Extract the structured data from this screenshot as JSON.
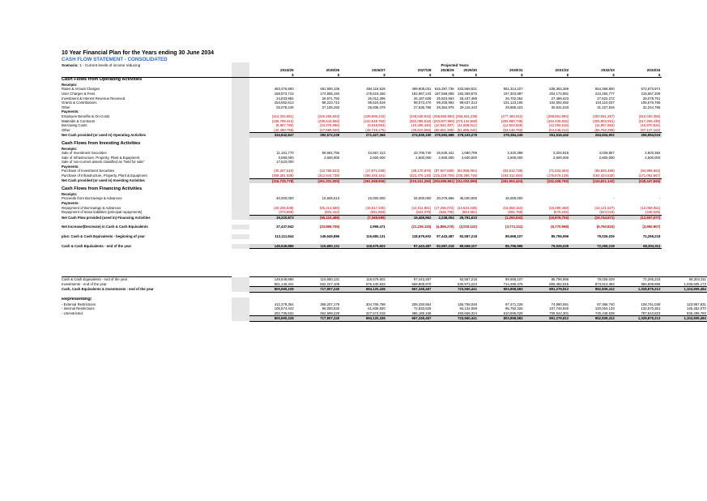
{
  "report": {
    "title": "10 Year Financial Plan for the Years ending 30 June 2034",
    "subtitle": "CASH FLOW STATEMENT - CONSOLIDATED",
    "scenario_label": "Scenario:",
    "scenario_value": "1 - Current levels of income reducing"
  },
  "columns": {
    "projected_label": "Projected Years",
    "currency": "$",
    "years": [
      "2024/25",
      "2025/26",
      "2026/27",
      "2027/28",
      "2028/29",
      "2029/30",
      "2030/31",
      "2031/32",
      "2032/33",
      "2033/34"
    ]
  },
  "sections": [
    {
      "type": "sec",
      "label": "Cash Flows from Operating Activities",
      "cls": "first"
    },
    {
      "type": "sub",
      "label": "Receipts:"
    },
    {
      "label": "Rates & Annual Charges",
      "values": [
        "463,476,900",
        "481,900,136",
        "484,118,528",
        "499,808,031",
        "516,397,736",
        "533,559,631",
        "551,314,227",
        "536,363,369",
        "554,368,800",
        "572,673,974"
      ]
    },
    {
      "label": "User Charges & Fees",
      "values": [
        "168,973,715",
        "174,555,194",
        "178,619,260",
        "182,867,243",
        "187,558,065",
        "192,369,575",
        "197,304,887",
        "204,172,891",
        "210,260,777",
        "215,657,209"
      ]
    },
    {
      "label": "Investment & Interest Revenue Received",
      "values": [
        "24,833,984",
        "26,671,792",
        "26,012,396",
        "26,187,628",
        "25,923,563",
        "26,437,488",
        "26,702,064",
        "27,486,623",
        "27,622,272",
        "28,078,751"
      ]
    },
    {
      "label": "Grants & Contributions",
      "values": [
        "154,062,613",
        "98,223,713",
        "96,624,819",
        "98,073,470",
        "99,205,993",
        "99,637,313",
        "101,123,106",
        "102,592,692",
        "104,110,037",
        "105,676,768"
      ]
    },
    {
      "label": "Other",
      "values": [
        "25,078,245",
        "27,105,292",
        "26,936,479",
        "27,636,756",
        "28,364,976",
        "29,116,443",
        "29,855,423",
        "30,631,533",
        "31,427,816",
        "32,244,795"
      ]
    },
    {
      "type": "sub",
      "label": "Payments:"
    },
    {
      "label": "Employee Benefits & On-Costs",
      "neg": true,
      "values": [
        "(214,334,661)",
        "(226,265,923)",
        "(239,696,233)",
        "(248,048,915)",
        "(258,656,900)",
        "(266,841,239)",
        "(277,484,012)",
        "(288,551,893)",
        "(300,061,257)",
        "(312,030,356)"
      ]
    },
    {
      "label": "Materials & Contracts",
      "neg": true,
      "values": [
        "(236,799,410)",
        "(239,643,658)",
        "(242,549,756)",
        "(252,089,518)",
        "(263,007,969)",
        "(273,132,580)",
        "(283,680,738)",
        "(294,435,845)",
        "(305,803,591)",
        "(317,269,430)"
      ]
    },
    {
      "label": "Borrowing Costs",
      "neg": true,
      "values": [
        "(9,967,780)",
        "(10,375,086)",
        "(9,918,953)",
        "(10,405,440)",
        "(10,541,487)",
        "(11,068,012)",
        "(12,603,928)",
        "(12,294,916)",
        "(11,557,663)",
        "(10,870,531)"
      ]
    },
    {
      "label": "Other",
      "neg": true,
      "cls": "uline",
      "values": [
        "(42,480,758)",
        "(47,599,020)",
        "(48,719,175)",
        "(49,510,066)",
        "(50,651,289)",
        "(51,885,342)",
        "(53,146,783)",
        "(54,448,212)",
        "(55,762,289)",
        "(57,147,162)"
      ]
    },
    {
      "label": "Net Cash provided (or used in) Operating Activities",
      "cls": "bold shade",
      "values": [
        "334,842,847",
        "282,572,239",
        "271,427,366",
        "274,539,190",
        "276,592,688",
        "278,193,278",
        "279,384,245",
        "251,516,442",
        "254,604,902",
        "256,994,016"
      ]
    },
    {
      "type": "sec",
      "label": "Cash Flows from Investing Activities"
    },
    {
      "type": "sub",
      "label": "Receipts:"
    },
    {
      "label": "Sale of Investment Securities",
      "values": [
        "11,161,770",
        "59,681,755",
        "44,657,313",
        "43,705,740",
        "26,540,441",
        "1,680,799",
        "2,420,398",
        "3,202,816",
        "4,029,857",
        "4,903,384"
      ]
    },
    {
      "label": "Sale of Infrastructure, Property, Plant & Equipment",
      "values": [
        "3,080,000",
        "2,600,000",
        "2,600,000",
        "2,600,000",
        "2,600,000",
        "2,600,000",
        "2,600,000",
        "2,600,000",
        "2,600,000",
        "2,600,000"
      ]
    },
    {
      "label": "Sale of non-current assets classified as \"held for sale\"",
      "values": [
        "17,622,000",
        "",
        "",
        "",
        "",
        "",
        "",
        "",
        "",
        ""
      ]
    },
    {
      "type": "sub",
      "label": "Payments:"
    },
    {
      "label": "Purchase of Investment Securities",
      "neg": true,
      "values": [
        "(40,307,610)",
        "(10,768,523)",
        "(17,871,038)",
        "(38,170,876)",
        "(87,607,695)",
        "(84,998,051)",
        "(93,612,738)",
        "(71,533,384)",
        "(86,826,469)",
        "(84,898,562)"
      ]
    },
    {
      "label": "Purchase of Infrastructure, Property, Plant & Equipment",
      "neg": true,
      "cls": "uline",
      "values": [
        "(308,281,938)",
        "(312,844,738)",
        "(290,445,181)",
        "(323,376,130)",
        "(225,229,708)",
        "(230,286,746)",
        "(193,312,084)",
        "(176,678,139)",
        "(164,424,530)",
        "(171,052,667)"
      ]
    },
    {
      "label": "Net Cash provided (or used in) Investing Activities",
      "neg": true,
      "cls": "bold shade",
      "values": [
        "(316,725,778)",
        "(261,331,505)",
        "(261,058,906)",
        "(315,241,266)",
        "(283,696,961)",
        "(311,003,999)",
        "(281,904,424)",
        "(242,408,706)",
        "(244,621,142)",
        "(248,447,846)"
      ]
    },
    {
      "type": "sec",
      "label": "Cash Flows from Financing Activities"
    },
    {
      "type": "sub",
      "label": "Receipts:"
    },
    {
      "label": "Proceeds from Borrowings & Advances",
      "values": [
        "40,000,000",
        "10,605,513",
        "10,000,000",
        "34,000,000",
        "20,079,866",
        "45,000,000",
        "16,000,000",
        "",
        "-",
        "-"
      ]
    },
    {
      "type": "sub",
      "label": "Payments:"
    },
    {
      "label": "Repayment of Borrowings & Advances",
      "neg": true,
      "values": [
        "(20,205,538)",
        "(65,214,590)",
        "(16,817,330)",
        "(14,011,861)",
        "(17,296,072)",
        "(14,643,439)",
        "(16,658,164)",
        "(15,299,458)",
        "(16,121,527)",
        "(12,059,051)"
      ]
    },
    {
      "label": "Repayment of lease liabilities (principal repayments)",
      "neg": true,
      "cls": "uline",
      "values": [
        "(473,589)",
        "(501,412)",
        "(551,659)",
        "(522,378)",
        "(535,790)",
        "(564,961)",
        "(592,768)",
        "(579,246)",
        "(623,044)",
        "(448,026)"
      ]
    },
    {
      "label": "Net Cash Flow provided (used in) Financing Activities",
      "cls": "bold shade",
      "negmask": [
        false,
        true,
        true,
        false,
        false,
        false,
        true,
        true,
        true,
        true
      ],
      "values": [
        "19,320,873",
        "(55,110,489)",
        "(7,368,989)",
        "19,465,962",
        "2,248,004",
        "29,791,610",
        "(1,250,932)",
        "(15,878,704)",
        "(16,744,571)",
        "(12,507,077)"
      ]
    },
    {
      "type": "sp"
    },
    {
      "label": "Net Increase/(Decrease) in Cash & Cash Equivalents",
      "cls": "bold",
      "negmask": [
        false,
        true,
        false,
        true,
        true,
        true,
        true,
        true,
        true,
        true
      ],
      "values": [
        "37,437,942",
        "(33,869,755)",
        "2,999,471",
        "(21,236,115)",
        "(4,856,270)",
        "(3,019,110)",
        "(3,771,111)",
        "(6,770,968)",
        "(6,760,810)",
        "(3,960,907)"
      ]
    },
    {
      "type": "sp"
    },
    {
      "label": "plus: Cash & Cash Equivalents - beginning of year",
      "cls": "bold",
      "values": [
        "112,111,944",
        "149,549,886",
        "115,680,131",
        "118,679,602",
        "97,443,487",
        "92,587,218",
        "89,568,107",
        "85,796,996",
        "79,026,029",
        "72,265,218"
      ]
    },
    {
      "type": "sp"
    },
    {
      "label": "Cash & Cash Equivalents - end of the year",
      "cls": "bold dbl shade",
      "values": [
        "149,549,886",
        "115,680,131",
        "118,679,602",
        "97,443,487",
        "92,587,218",
        "89,568,107",
        "85,796,996",
        "79,026,029",
        "72,265,218",
        "68,304,311"
      ]
    }
  ],
  "summary": [
    {
      "label": "Cash & Cash Equivalents - end of the year",
      "cls": "topline",
      "values": [
        "149,549,886",
        "115,680,131",
        "118,679,602",
        "97,443,487",
        "92,587,218",
        "89,568,107",
        "85,796,996",
        "79,026,029",
        "72,265,218",
        "68,304,311"
      ]
    },
    {
      "label": "Investments - end of the year",
      "cls": "uline",
      "values": [
        "651,140,341",
        "602,227,109",
        "575,440,833",
        "569,905,970",
        "630,973,223",
        "714,290,476",
        "805,482,815",
        "873,813,383",
        "956,609,995",
        "1,036,605,173"
      ]
    },
    {
      "label": "Cash, Cash Equivalents & Investments - end of the year",
      "cls": "bold dbl shade",
      "values": [
        "800,690,228",
        "717,907,240",
        "694,120,436",
        "667,349,457",
        "723,560,441",
        "803,858,583",
        "891,279,812",
        "952,839,412",
        "1,028,875,213",
        "1,104,909,484"
      ]
    },
    {
      "type": "sp"
    },
    {
      "type": "sec",
      "label": "Representing:",
      "cls": "first"
    },
    {
      "label": "- External Restrictions",
      "values": [
        "412,379,354",
        "359,207,179",
        "304,706,798",
        "208,330,864",
        "155,758,048",
        "97,471,228",
        "74,990,591",
        "87,386,740",
        "108,761,039",
        "123,957,831"
      ]
    },
    {
      "label": "- Internal Restrictions",
      "values": [
        "105,574,342",
        "96,000,832",
        "61,839,820",
        "72,833,625",
        "84,134,069",
        "95,792,326",
        "107,746,920",
        "120,004,133",
        "132,570,351",
        "145,452,070"
      ]
    },
    {
      "label": "- Unrestricted",
      "cls": "uline",
      "values": [
        "282,736,532",
        "262,699,228",
        "327,574,018",
        "386,185,168",
        "483,668,324",
        "610,595,029",
        "708,542,301",
        "745,448,538",
        "787,543,823",
        "835,499,783"
      ]
    },
    {
      "label": "",
      "cls": "bold dbl shade",
      "values": [
        "800,690,228",
        "717,907,240",
        "694,120,436",
        "667,349,457",
        "723,560,441",
        "803,858,583",
        "891,279,812",
        "952,839,412",
        "1,028,875,213",
        "1,104,909,484"
      ]
    }
  ]
}
